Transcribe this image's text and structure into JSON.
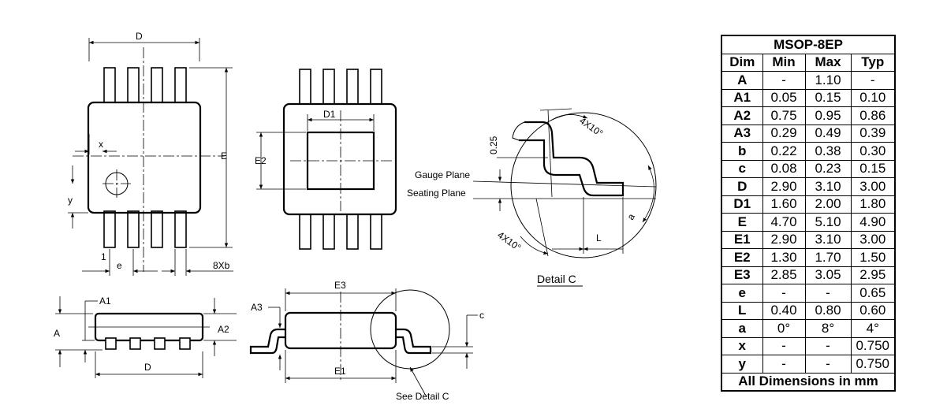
{
  "drawing": {
    "top_view": {
      "d_label": "D",
      "e_label": "E",
      "x_label": "x",
      "y_label": "y",
      "pin1_label": "1",
      "e_pitch_label": "e",
      "lead_width_label": "8Xb"
    },
    "bottom_view": {
      "d1_label": "D1",
      "e2_label": "E2"
    },
    "detail": {
      "angle_top_label": "4X10°",
      "angle_bottom_label": "4X10°",
      "gauge_dim_label": "0.25",
      "gauge_plane_label": "Gauge Plane",
      "seating_plane_label": "Seating Plane",
      "l_label": "L",
      "a_label": "a",
      "caption": "Detail C"
    },
    "side_view": {
      "a_label": "A",
      "a1_label": "A1",
      "a2_label": "A2",
      "d_label": "D"
    },
    "end_view": {
      "e3_label": "E3",
      "a3_label": "A3",
      "c_label": "c",
      "e1_label": "E1",
      "see_detail_label": "See Detail C"
    }
  },
  "table": {
    "title": "MSOP-8EP",
    "headers": [
      "Dim",
      "Min",
      "Max",
      "Typ"
    ],
    "rows": [
      [
        "A",
        "-",
        "1.10",
        "-"
      ],
      [
        "A1",
        "0.05",
        "0.15",
        "0.10"
      ],
      [
        "A2",
        "0.75",
        "0.95",
        "0.86"
      ],
      [
        "A3",
        "0.29",
        "0.49",
        "0.39"
      ],
      [
        "b",
        "0.22",
        "0.38",
        "0.30"
      ],
      [
        "c",
        "0.08",
        "0.23",
        "0.15"
      ],
      [
        "D",
        "2.90",
        "3.10",
        "3.00"
      ],
      [
        "D1",
        "1.60",
        "2.00",
        "1.80"
      ],
      [
        "E",
        "4.70",
        "5.10",
        "4.90"
      ],
      [
        "E1",
        "2.90",
        "3.10",
        "3.00"
      ],
      [
        "E2",
        "1.30",
        "1.70",
        "1.50"
      ],
      [
        "E3",
        "2.85",
        "3.05",
        "2.95"
      ],
      [
        "e",
        "-",
        "-",
        "0.65"
      ],
      [
        "L",
        "0.40",
        "0.80",
        "0.60"
      ],
      [
        "a",
        "0°",
        "8°",
        "4°"
      ],
      [
        "x",
        "-",
        "-",
        "0.750"
      ],
      [
        "y",
        "-",
        "-",
        "0.750"
      ]
    ],
    "footer": "All Dimensions in mm"
  }
}
